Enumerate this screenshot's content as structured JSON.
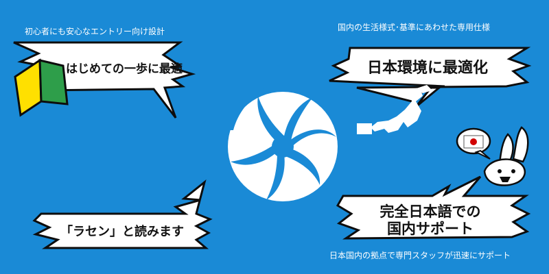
{
  "colors": {
    "background": "#1a8ad6",
    "bubble_fill": "#ffffff",
    "text_dark": "#111111",
    "beginner_yellow": "#ffe000",
    "beginner_green": "#2e9e4a",
    "flag_red": "#d10000"
  },
  "top_left": {
    "caption": "初心者にも安心なエントリー向け設計",
    "headline": "はじめての一歩に最適"
  },
  "top_right": {
    "caption": "国内の生活様式･基準にあわせた専用仕様",
    "headline": "日本環境に最適化"
  },
  "bottom_left": {
    "headline": "「ラセン」と読みます"
  },
  "bottom_right": {
    "headline_line1": "完全日本語での",
    "headline_line2": "国内サポート",
    "caption": "日本国内の拠点で専門スタッフが迅速にサポート"
  },
  "icons": {
    "logo": "spiral-shell-logo",
    "beginner_mark": "beginner-driver-mark-icon",
    "japan_map": "japan-map-icon",
    "mascot": "rabbit-mascot-icon",
    "flag": "japan-flag-icon"
  }
}
